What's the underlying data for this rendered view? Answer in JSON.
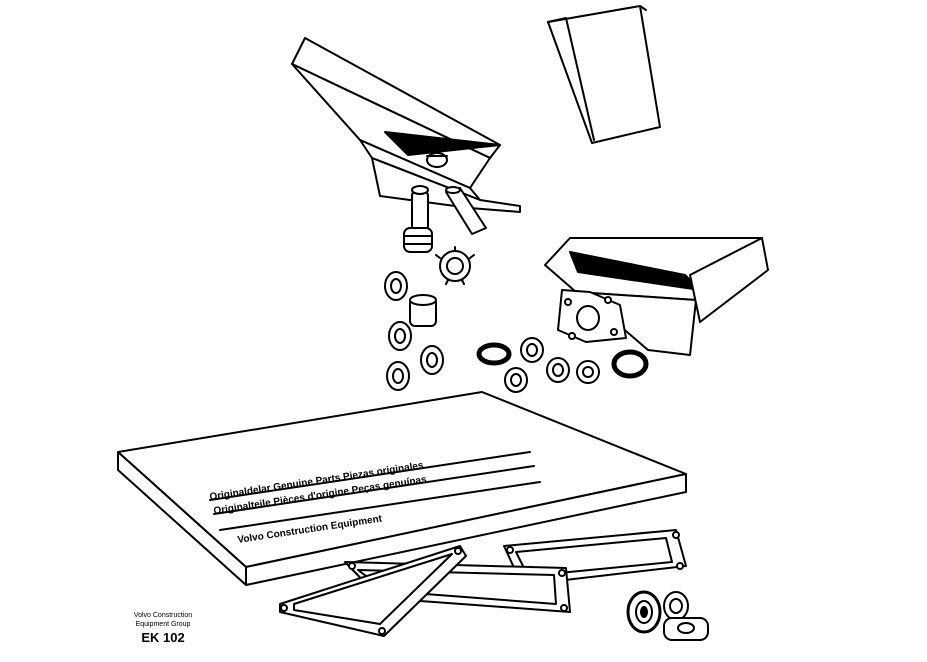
{
  "booklet": {
    "line1": "Originaldelar Genuine Parts Piezas originales",
    "line2": "Originalteile Pièces d'origine Peças genuínas",
    "brand": "Volvo Construction Equipment"
  },
  "caption": {
    "line1": "Volvo Construction",
    "line2": "Equipment Group",
    "code": "EK 102"
  }
}
